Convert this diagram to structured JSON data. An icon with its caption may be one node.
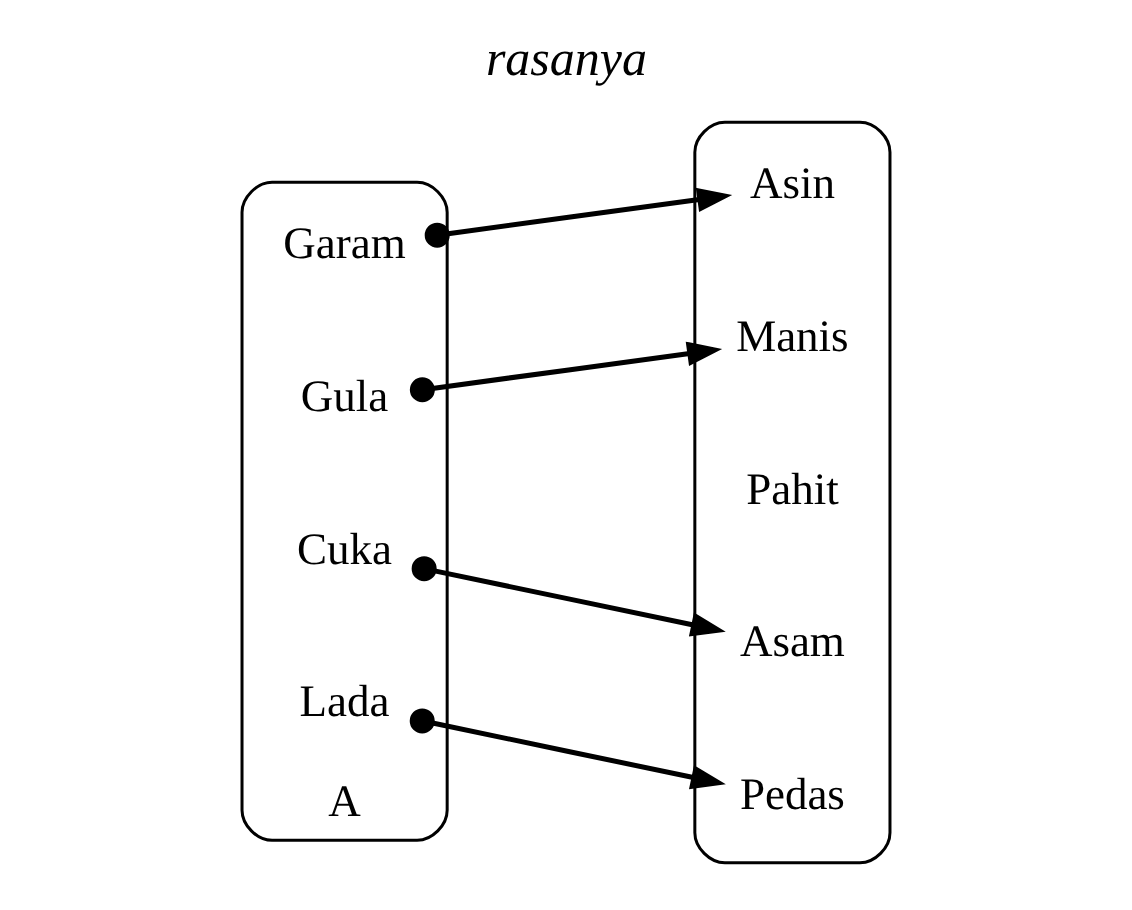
{
  "diagram": {
    "title": "rasanya",
    "nodes": [
      {
        "text": [
          "A"
        ]
      },
      {
        "text": [
          "Garam"
        ],
        "in": 0
      },
      {
        "text": [
          "Gula"
        ],
        "in": 0
      },
      {
        "text": [
          "Cuka"
        ],
        "in": 0
      },
      {
        "text": [
          "Lada"
        ],
        "in": 0
      },
      {
        "text": [],
        "shape": "box"
      },
      {
        "text": [
          "Asam"
        ],
        "in": 5
      },
      {
        "text": [
          "Asin"
        ],
        "in": 5
      },
      {
        "text": [
          "Pahit"
        ],
        "in": 5
      },
      {
        "text": [
          "Manis"
        ],
        "in": 5
      },
      {
        "text": [
          "Pedas"
        ],
        "in": 5
      }
    ],
    "edges": [
      {
        "from": 1,
        "to": 7,
        "arrow": "to"
      },
      {
        "from": 2,
        "to": 9,
        "arrow": "to"
      },
      {
        "from": 3,
        "to": 6,
        "arrow": "to"
      },
      {
        "from": 4,
        "to": 10,
        "arrow": "to"
      }
    ]
  }
}
